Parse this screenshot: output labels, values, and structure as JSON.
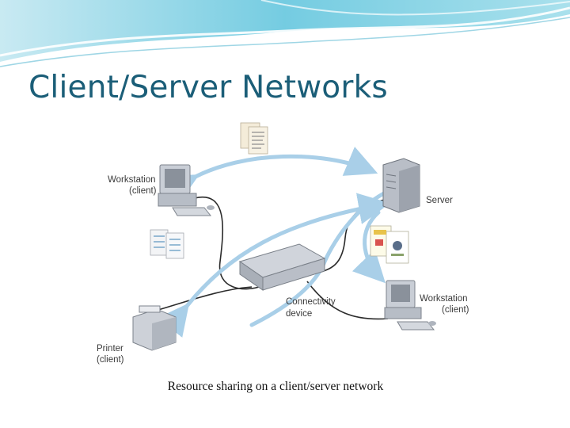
{
  "slide": {
    "title": "Client/Server Networks",
    "caption": "Resource sharing on a client/server network"
  },
  "diagram": {
    "labels": {
      "workstation_top_1": "Workstation",
      "workstation_top_2": "(client)",
      "server": "Server",
      "connectivity_1": "Connectivity",
      "connectivity_2": "device",
      "workstation_bottom_1": "Workstation",
      "workstation_bottom_2": "(client)",
      "printer_1": "Printer",
      "printer_2": "(client)"
    }
  },
  "colors": {
    "title": "#1b5e78",
    "arrow": "#a9cfe8",
    "cable": "#2b2b2b",
    "device": "#c4c9d1"
  }
}
